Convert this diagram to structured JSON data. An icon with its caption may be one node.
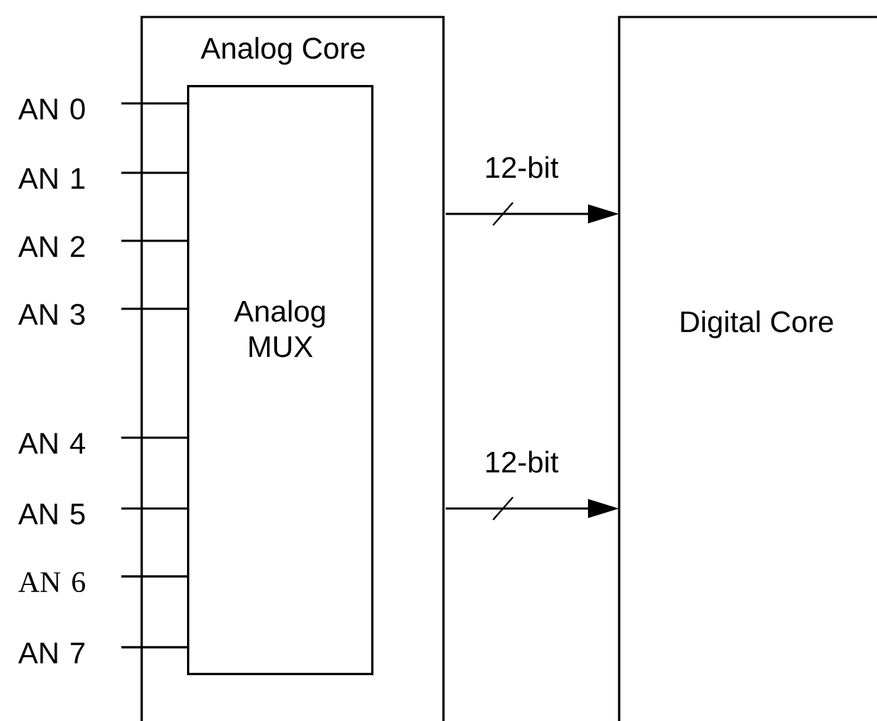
{
  "diagram": {
    "nodes": [
      {
        "text": [
          "Analog Core"
        ]
      },
      {
        "text": [
          "Analog MUX"
        ],
        "in": 0
      },
      {
        "text": [
          "Digital Core"
        ]
      },
      {
        "text": [
          "AN 0"
        ]
      },
      {
        "text": [
          "AN 1"
        ]
      },
      {
        "text": [
          "AN 2"
        ]
      },
      {
        "text": [
          "AN 3"
        ]
      },
      {
        "text": [
          "AN 4"
        ]
      },
      {
        "text": [
          "AN 5"
        ]
      },
      {
        "text": [
          "AN 6"
        ]
      },
      {
        "text": [
          "AN 7"
        ]
      }
    ],
    "edges": [
      {
        "from": 3,
        "to": 1,
        "arrow": "none"
      },
      {
        "from": 4,
        "to": 1,
        "arrow": "none"
      },
      {
        "from": 5,
        "to": 1,
        "arrow": "none"
      },
      {
        "from": 6,
        "to": 1,
        "arrow": "none"
      },
      {
        "from": 7,
        "to": 1,
        "arrow": "none"
      },
      {
        "from": 8,
        "to": 1,
        "arrow": "none"
      },
      {
        "from": 9,
        "to": 1,
        "arrow": "none"
      },
      {
        "from": 10,
        "to": 1,
        "arrow": "none"
      },
      {
        "from": 0,
        "to": 2,
        "arrow": "to",
        "label": "12-bit"
      },
      {
        "from": 0,
        "to": 2,
        "arrow": "to",
        "label": "12-bit"
      }
    ]
  }
}
